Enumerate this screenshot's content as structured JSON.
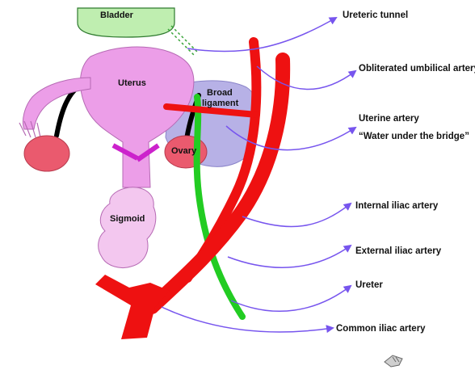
{
  "organs": {
    "bladder": "Bladder",
    "uterus": "Uterus",
    "broad_ligament_1": "Broad",
    "broad_ligament_2": "ligament",
    "ovary": "Ovary",
    "sigmoid": "Sigmoid"
  },
  "callouts": [
    {
      "id": "ureteric-tunnel",
      "label": "Ureteric tunnel"
    },
    {
      "id": "obliterated-umbilical-artery",
      "label": "Obliterated umbilical artery"
    },
    {
      "id": "uterine-artery",
      "label": "Uterine artery"
    },
    {
      "id": "water-under-bridge",
      "label": "“Water under the bridge”"
    },
    {
      "id": "internal-iliac-artery",
      "label": "Internal iliac artery"
    },
    {
      "id": "external-iliac-artery",
      "label": "External iliac artery"
    },
    {
      "id": "ureter",
      "label": "Ureter"
    },
    {
      "id": "common-iliac-artery",
      "label": "Common iliac artery"
    }
  ],
  "colors": {
    "artery": "#ee1111",
    "ureter": "#22cc22",
    "uterus": "#ec9ee8",
    "bladder": "#bfeeb0",
    "broad_ligament": "#b7b1e6",
    "ovary": "#ea5a6e",
    "arrow": "#7755ee",
    "cervix_vessels": "#cc22cc"
  },
  "watermark_icon": "gloved-hand-icon"
}
